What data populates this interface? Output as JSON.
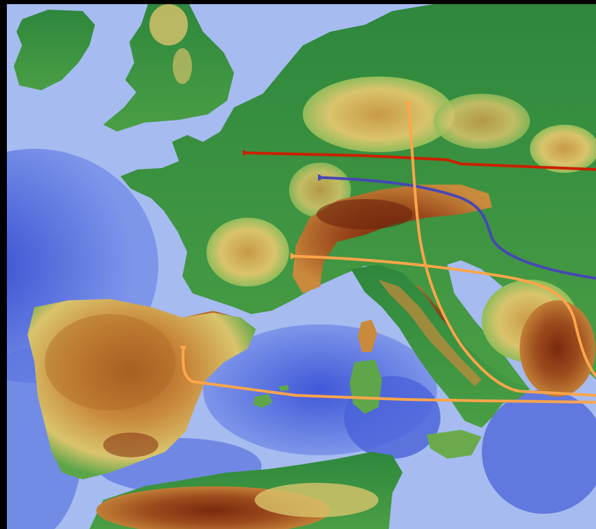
{
  "map": {
    "legend": [],
    "colors": {
      "sea_deep": "#3d55d6",
      "sea_mid": "#6f8ae6",
      "sea_shallow": "#a9bdf0",
      "lowland": "#2f8a3f",
      "plain": "#55a847",
      "hills": "#d8c56a",
      "upland": "#c98a3c",
      "mountain": "#8a3a14",
      "frame": "#000000"
    },
    "routes": [
      {
        "id": "red-route",
        "color": "#cc1f00"
      },
      {
        "id": "purple-route",
        "color": "#4747b5"
      },
      {
        "id": "orange-route-north",
        "color": "#ffa54a"
      },
      {
        "id": "orange-route-west",
        "color": "#ffa54a"
      },
      {
        "id": "orange-route-iberia",
        "color": "#ffa54a"
      }
    ]
  }
}
